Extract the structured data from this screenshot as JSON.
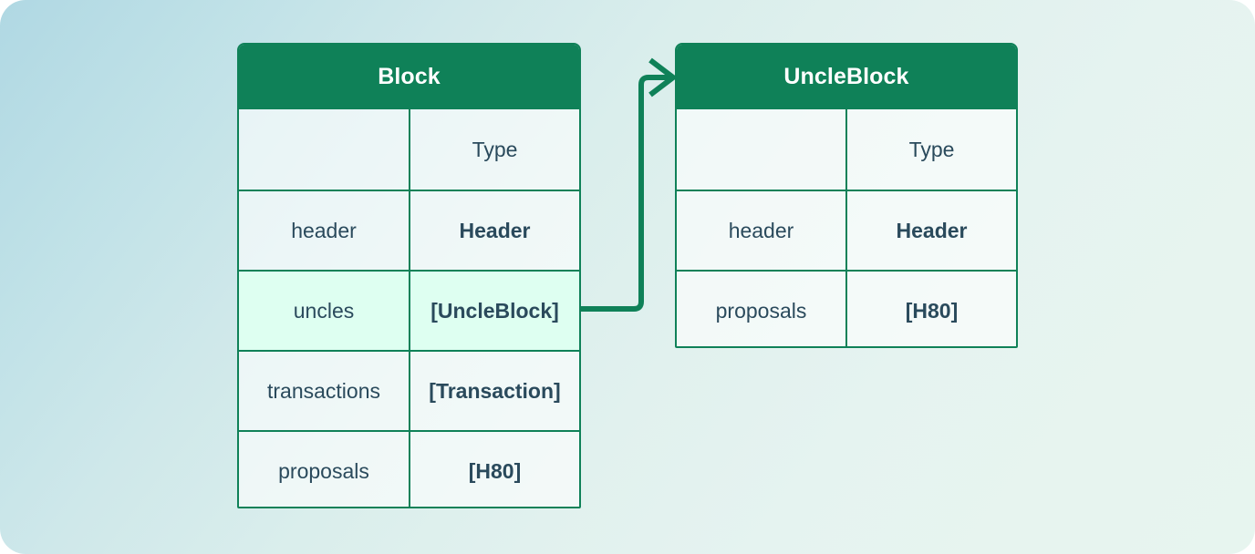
{
  "diagram": {
    "type": "class-relationship-diagram",
    "background_gradient_from": "#b0d8e3",
    "background_gradient_to": "#e7f5ef",
    "accent_color": "#0f8158",
    "text_color": "#2a4a5c",
    "highlight_color": "#defff1",
    "classes": [
      {
        "id": "block",
        "title": "Block",
        "columns": [
          "",
          "Type"
        ],
        "rows": [
          {
            "name": "",
            "type": "Type",
            "is_header_row": true,
            "highlighted": false
          },
          {
            "name": "header",
            "type": "Header",
            "is_header_row": false,
            "highlighted": false
          },
          {
            "name": "uncles",
            "type": "[UncleBlock]",
            "is_header_row": false,
            "highlighted": true
          },
          {
            "name": "transactions",
            "type": "[Transaction]",
            "is_header_row": false,
            "highlighted": false
          },
          {
            "name": "proposals",
            "type": "[H80]",
            "is_header_row": false,
            "highlighted": false
          }
        ]
      },
      {
        "id": "uncleblock",
        "title": "UncleBlock",
        "columns": [
          "",
          "Type"
        ],
        "rows": [
          {
            "name": "",
            "type": "Type",
            "is_header_row": true,
            "highlighted": false
          },
          {
            "name": "header",
            "type": "Header",
            "is_header_row": false,
            "highlighted": false
          },
          {
            "name": "proposals",
            "type": "[H80]",
            "is_header_row": false,
            "highlighted": false
          }
        ]
      }
    ],
    "connections": [
      {
        "id": "uncles-to-uncleblock",
        "from_class": "Block",
        "from_field": "uncles",
        "to_class": "UncleBlock",
        "arrow": "open-arrowhead",
        "color": "#0f8158"
      }
    ]
  }
}
